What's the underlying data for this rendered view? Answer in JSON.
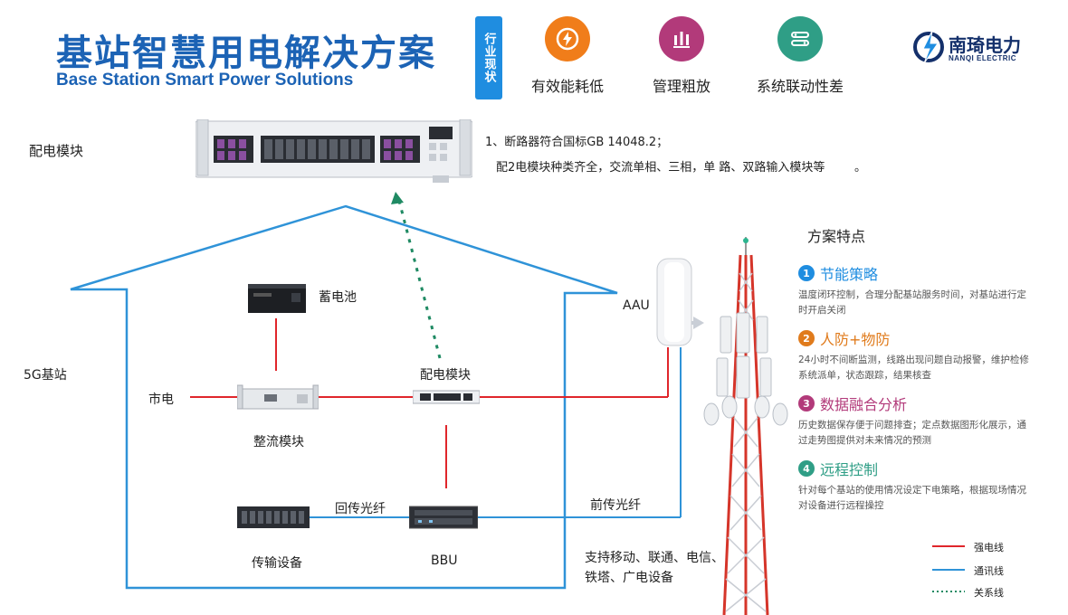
{
  "header": {
    "title_cn": "基站智慧用电解决方案",
    "title_en": "Base Station Smart Power Solutions",
    "status_tag": "行业现状",
    "status_items": [
      {
        "label": "有效能耗低",
        "icon": "bolt-icon",
        "color": "#f07d1a"
      },
      {
        "label": "管理粗放",
        "icon": "bar-chart-icon",
        "color": "#b23a7a"
      },
      {
        "label": "系统联动性差",
        "icon": "link-icon",
        "color": "#2f9e86"
      }
    ]
  },
  "logo": {
    "name_cn": "南琦电力",
    "name_en": "NANQI ELECTRIC"
  },
  "module": {
    "label": "配电模块",
    "notes": [
      "1、断路器符合国标GB 14048.2；",
      "配2电模块种类齐全，交流单相、三相，单 路、双路输入模块等",
      "。"
    ]
  },
  "diagram": {
    "station_label": "5G基站",
    "battery": "蓄电池",
    "mains": "市电",
    "rectifier": "整流模块",
    "pdu": "配电模块",
    "transmission": "传输设备",
    "bbu": "BBU",
    "backhaul": "回传光纤",
    "fronthaul": "前传光纤",
    "aau": "AAU",
    "carriers": [
      "支持移动、联通、电信、",
      "铁塔、广电设备"
    ]
  },
  "features": {
    "title": "方案特点",
    "items": [
      {
        "num": "1",
        "title": "节能策略",
        "color": "#1f8de0",
        "desc": "温度闭环控制，合理分配基站服务时间，对基站进行定时开启关闭"
      },
      {
        "num": "2",
        "title": "人防+物防",
        "color": "#e07b1c",
        "desc": "24小时不间断监测，线路出现问题自动报警，维护检修系统派单，状态跟踪，结果核查"
      },
      {
        "num": "3",
        "title": "数据融合分析",
        "color": "#b23a7a",
        "desc": "历史数据保存便于问题排查；定点数据图形化展示，通过走势图提供对未来情况的预测"
      },
      {
        "num": "4",
        "title": "远程控制",
        "color": "#2f9e86",
        "desc": "针对每个基站的使用情况设定下电策略，根据现场情况对设备进行远程操控"
      }
    ]
  },
  "legend": [
    {
      "label": "强电线",
      "color": "#e0262b",
      "style": "solid"
    },
    {
      "label": "通讯线",
      "color": "#2f93d8",
      "style": "solid"
    },
    {
      "label": "关系线",
      "color": "#1f8a63",
      "style": "dotted"
    }
  ]
}
